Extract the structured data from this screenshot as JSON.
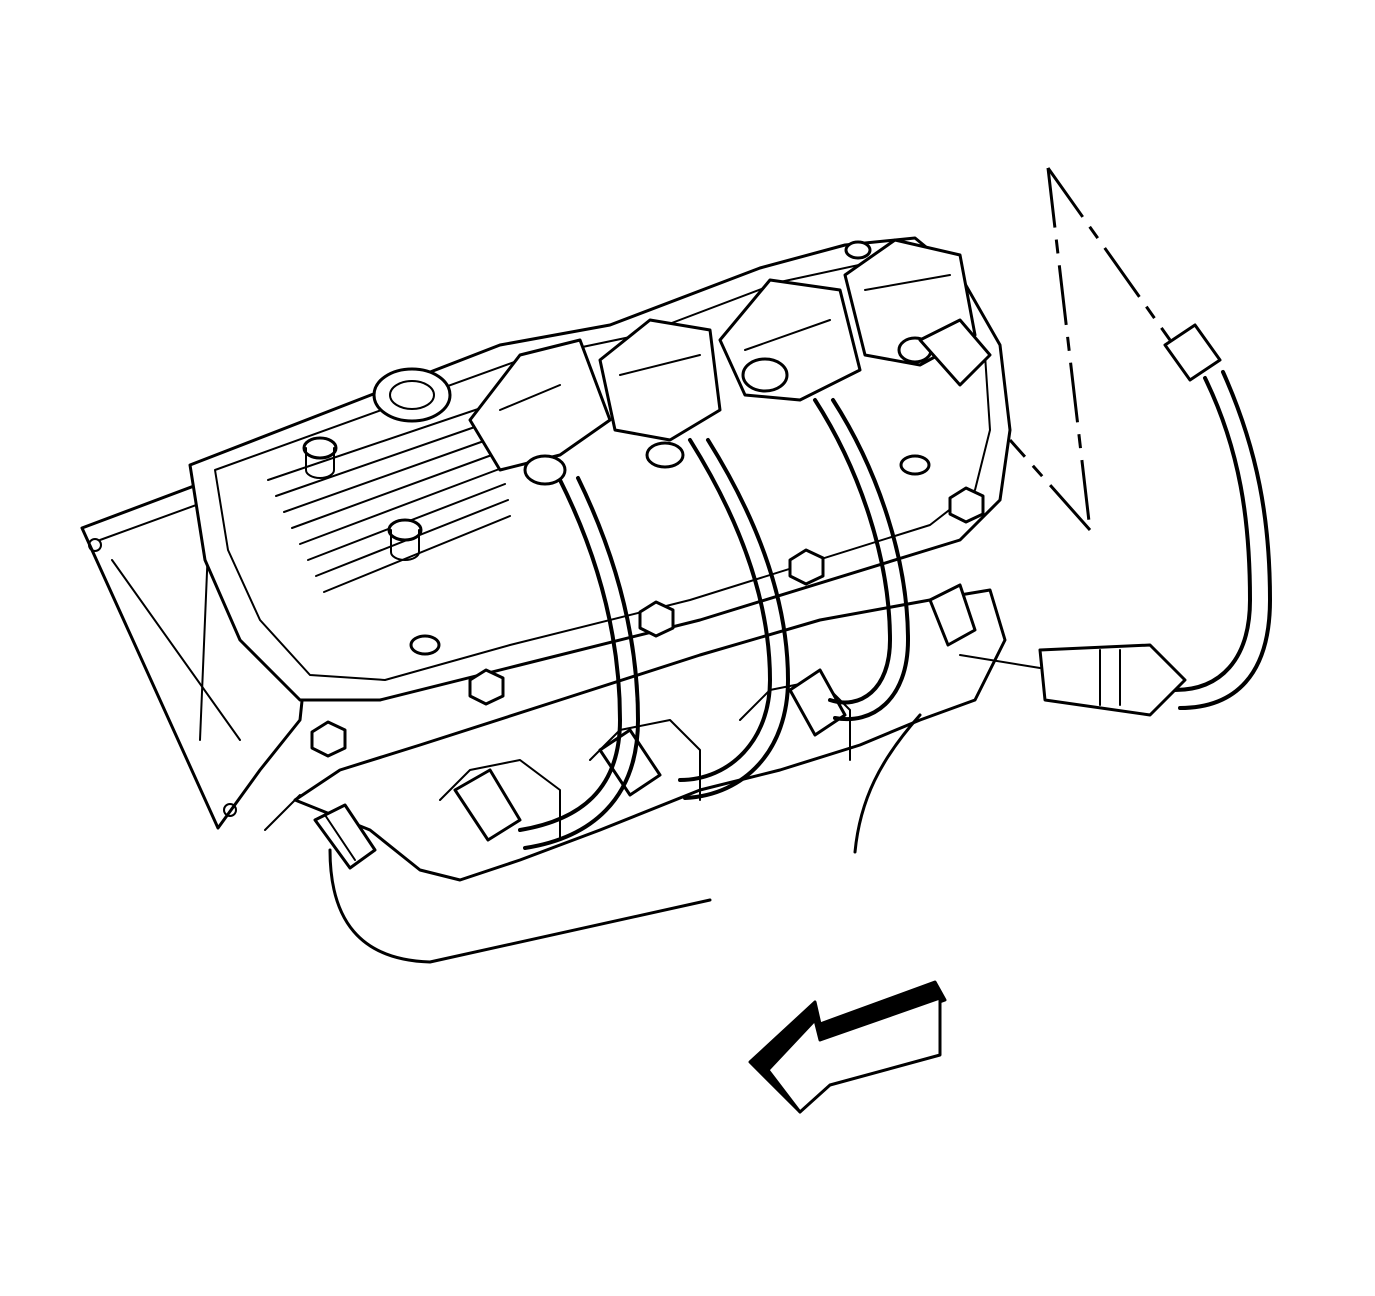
{
  "figure": {
    "kind": "line-drawing",
    "subject": "engine-cylinder-head-with-ignition-coils-and-plug-wires",
    "colors": {
      "line": "#000000",
      "background": "#ffffff"
    },
    "view_direction_indicator": "arrow-pointing-lower-left",
    "highlighted_part_indicator": "dashed-callout-to-detached-plug-wire"
  }
}
